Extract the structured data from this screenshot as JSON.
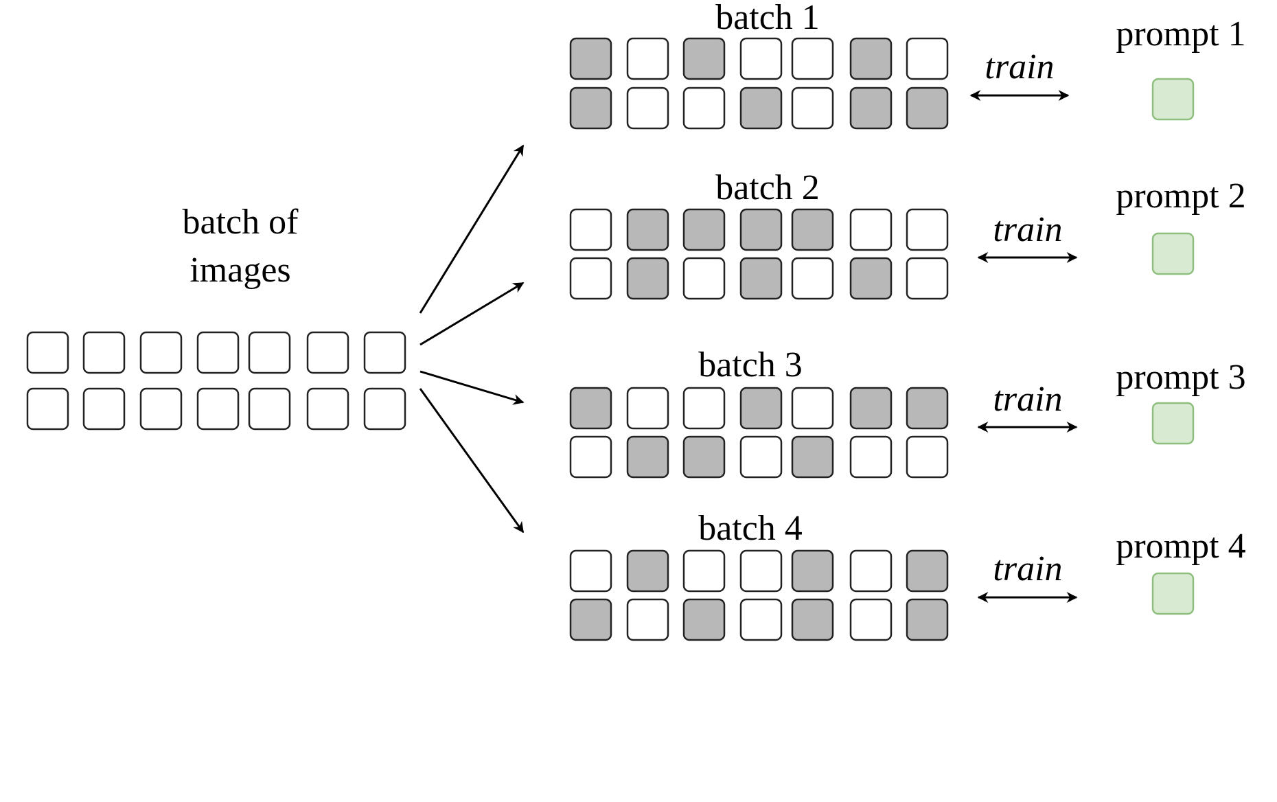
{
  "colors": {
    "cell_selected": "#b8b8b8",
    "cell_unselected": "#ffffff",
    "cell_stroke": "#222222",
    "prompt_fill": "#d9ead3",
    "prompt_stroke": "#8fbf7f",
    "arrow": "#000000"
  },
  "source": {
    "label_line1": "batch of",
    "label_line2": "images",
    "rows": [
      [
        0,
        0,
        0,
        0,
        0,
        0,
        0
      ],
      [
        0,
        0,
        0,
        0,
        0,
        0,
        0
      ]
    ]
  },
  "batches": [
    {
      "label": "batch 1",
      "train_label": "train",
      "prompt_label": "prompt 1",
      "rows": [
        [
          1,
          0,
          1,
          0,
          0,
          1,
          0
        ],
        [
          1,
          0,
          0,
          1,
          0,
          1,
          1
        ]
      ]
    },
    {
      "label": "batch 2",
      "train_label": "train",
      "prompt_label": "prompt 2",
      "rows": [
        [
          0,
          1,
          1,
          1,
          1,
          0,
          0
        ],
        [
          0,
          1,
          0,
          1,
          0,
          1,
          0
        ]
      ]
    },
    {
      "label": "batch 3",
      "train_label": "train",
      "prompt_label": "prompt 3",
      "rows": [
        [
          1,
          0,
          0,
          1,
          0,
          1,
          1
        ],
        [
          0,
          1,
          1,
          0,
          1,
          0,
          0
        ]
      ]
    },
    {
      "label": "batch 4",
      "train_label": "train",
      "prompt_label": "prompt 4",
      "rows": [
        [
          0,
          1,
          0,
          0,
          1,
          0,
          1
        ],
        [
          1,
          0,
          1,
          0,
          1,
          0,
          1
        ]
      ]
    }
  ]
}
